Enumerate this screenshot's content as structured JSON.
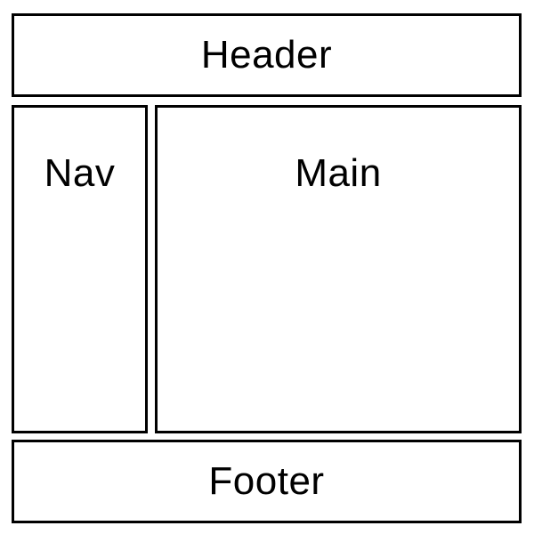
{
  "diagram": {
    "header": {
      "label": "Header"
    },
    "nav": {
      "label": "Nav"
    },
    "main": {
      "label": "Main"
    },
    "footer": {
      "label": "Footer"
    }
  }
}
